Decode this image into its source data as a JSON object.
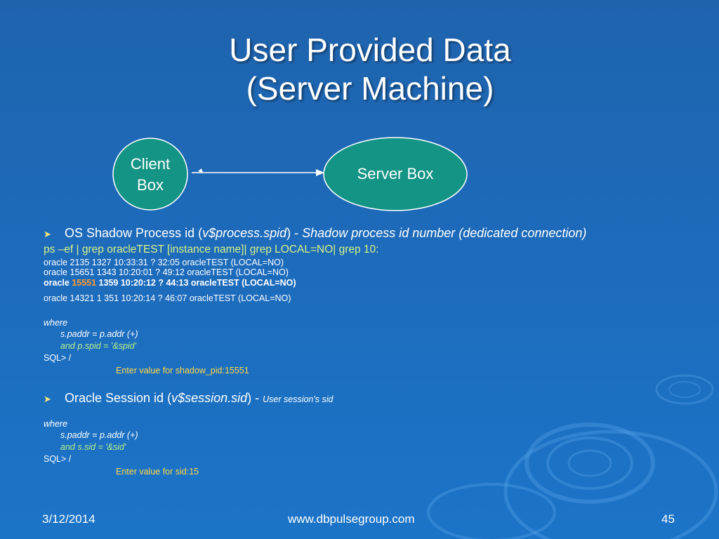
{
  "title": {
    "line1": "User Provided Data",
    "line2": "(Server Machine)"
  },
  "diagram": {
    "client_line1": "Client",
    "client_line2": "Box",
    "server": "Server Box"
  },
  "bullet1": {
    "lead": "OS Shadow Process id (",
    "view": "v$process.spid",
    "close": ")",
    "dash": " - ",
    "desc": "Shadow process id number  (dedicated connection)"
  },
  "command": "ps –ef | grep oracleTEST [instance name]| grep LOCAL=NO| grep 10:",
  "ps_rows": [
    "oracle  2135     1327  10:33:31 ?         32:05 oracleTEST (LOCAL=NO)",
    "oracle 15651    1343  10:20:01 ?         49:12 oracleTEST (LOCAL=NO)"
  ],
  "ps_highlight": {
    "prefix": "oracle ",
    "pid": "15551",
    "rest": "    1359 10:20:12 ?         44:13 oracleTEST (LOCAL=NO)"
  },
  "ps_row_last": "oracle 14321    1 351 10:20:14 ?         46:07 oracleTEST (LOCAL=NO)",
  "query1": {
    "where": "where",
    "line1": "s.paddr = p.addr (+)",
    "line2": "and p.spid = '&spid'",
    "sql": "SQL> /",
    "prompt": "Enter value for shadow_pid:15551"
  },
  "bullet2": {
    "lead": "Oracle Session id (",
    "view": "v$session.sid",
    "close": ")",
    "dash": " - ",
    "desc": "User session's sid"
  },
  "query2": {
    "where": "where",
    "line1": "s.paddr = p.addr (+)",
    "line2": "and s.sid = '&sid'",
    "sql": "SQL> /",
    "prompt": "Enter value for sid:15"
  },
  "footer": {
    "date": "3/12/2014",
    "url": "www.dbpulsegroup.com",
    "page": "45"
  },
  "colors": {
    "node_fill": "#149484",
    "accent_yellow": "#ffd84a",
    "accent_green": "#b6f08a",
    "accent_orange": "#ff9a2a"
  }
}
